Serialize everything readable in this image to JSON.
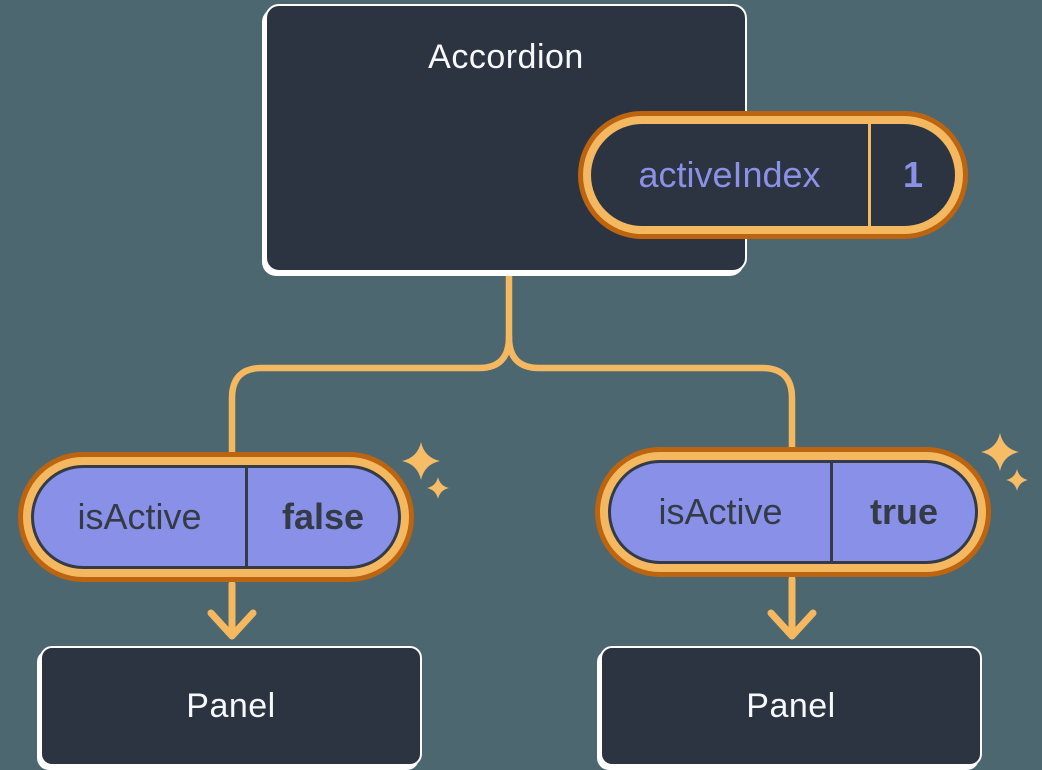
{
  "diagram": {
    "root": {
      "title": "Accordion",
      "state": {
        "name": "activeIndex",
        "value": "1"
      }
    },
    "children": [
      {
        "prop_name": "isActive",
        "prop_value": "false",
        "panel_label": "Panel"
      },
      {
        "prop_name": "isActive",
        "prop_value": "true",
        "panel_label": "Panel"
      }
    ],
    "colors": {
      "background": "#4c6770",
      "node_fill": "#2d3441",
      "node_border": "#ffffff",
      "pill_fill": "#8890e8",
      "ring_light": "#f4b860",
      "ring_dark": "#bd6410",
      "connector": "#f4b860",
      "text_light": "#f7f8f9",
      "text_dark": "#353b46",
      "text_purple": "#8a91e6",
      "sparkle": "#f6bc66"
    }
  }
}
